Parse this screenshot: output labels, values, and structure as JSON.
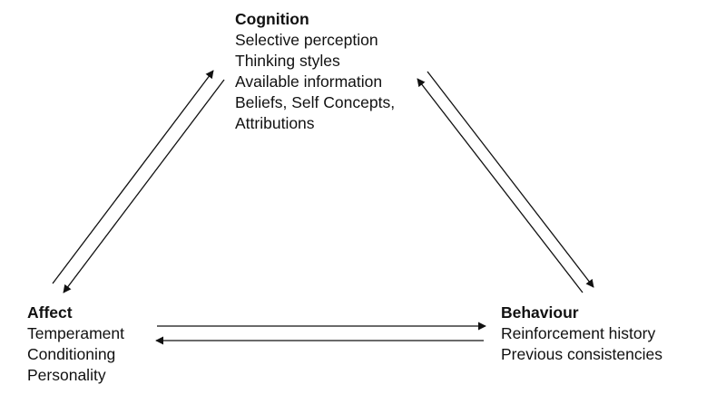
{
  "nodes": {
    "cognition": {
      "title": "Cognition",
      "items": [
        "Selective perception",
        "Thinking styles",
        "Available information",
        "Beliefs, Self Concepts,",
        "Attributions"
      ]
    },
    "affect": {
      "title": "Affect",
      "items": [
        "Temperament",
        "Conditioning",
        "Personality"
      ]
    },
    "behaviour": {
      "title": "Behaviour",
      "items": [
        "Reinforcement history",
        "Previous consistencies"
      ]
    }
  },
  "arrows": [
    {
      "from": "affect",
      "to": "cognition"
    },
    {
      "from": "cognition",
      "to": "affect"
    },
    {
      "from": "cognition",
      "to": "behaviour"
    },
    {
      "from": "behaviour",
      "to": "cognition"
    },
    {
      "from": "affect",
      "to": "behaviour"
    },
    {
      "from": "behaviour",
      "to": "affect"
    }
  ],
  "colors": {
    "text": "#111111",
    "arrow": "#111111",
    "background": "#ffffff"
  }
}
